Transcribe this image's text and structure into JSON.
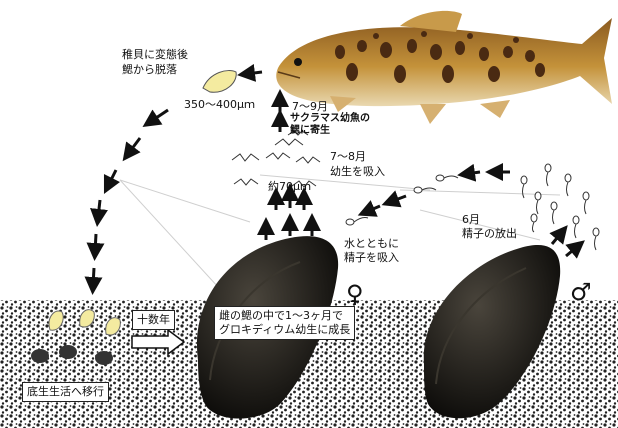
{
  "labels": {
    "juvenile_release_1": "稚貝に変態後",
    "juvenile_release_2": "鰓から脱落",
    "size_shed": "350〜400μｍ",
    "parasitize_month": "7〜9月",
    "parasitize_1": "サクラマス幼魚の",
    "parasitize_2": "鰓に寄生",
    "inhale_month": "7〜8月",
    "inhale": "幼生を吸入",
    "size_larva": "約70μｍ",
    "sperm_month": "6月",
    "sperm_release": "精子の放出",
    "sperm_inhale_1": "水とともに",
    "sperm_inhale_2": "精子を吸入",
    "growth_1": "雌の鰓の中で1〜3ヶ月で",
    "growth_2": "グロキディウム幼生に成長",
    "years": "十数年",
    "benthic": "底生生活へ移行",
    "female": "♀",
    "male": "♂"
  },
  "colors": {
    "fish_body": "#b07a2a",
    "fish_spot": "#4a2a12",
    "mussel": "#1c1a16",
    "larva": "#f4eba0"
  }
}
